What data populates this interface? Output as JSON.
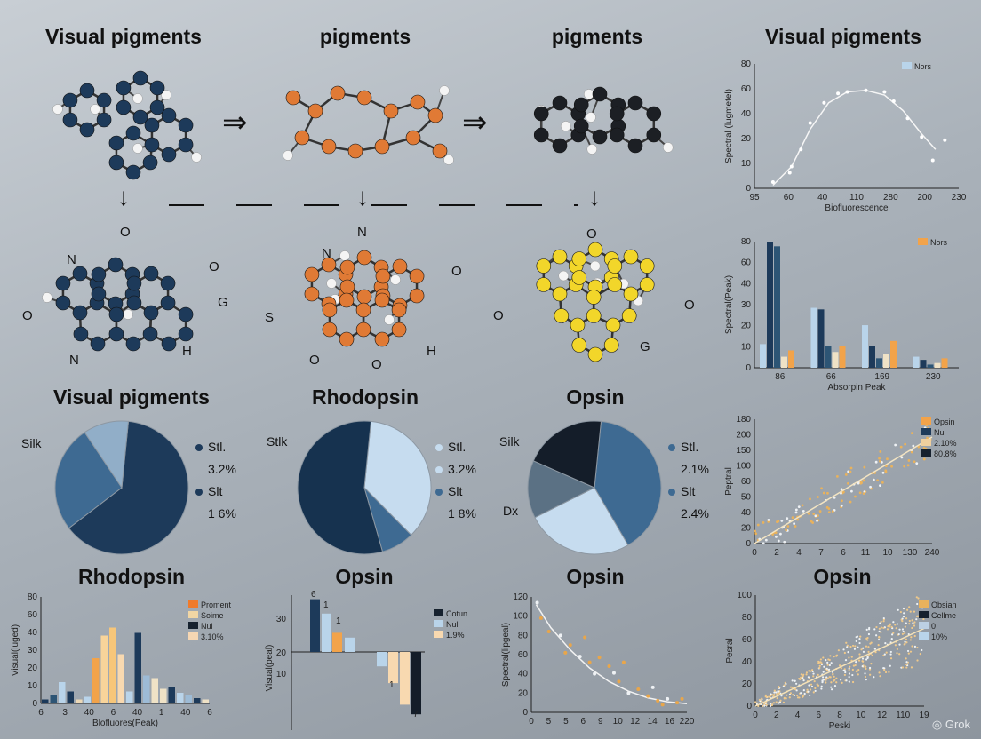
{
  "titles": {
    "t1": "Visual pigments",
    "t2": "pigments",
    "t3": "pigments",
    "t4": "Visual pigments",
    "r3a": "Visual pigments",
    "r3b": "Rhodopsin",
    "r3c": "Opsin",
    "r4a": "Rhodopsin",
    "r4b": "Opsin",
    "r4c": "Opsin",
    "r4d": "Opsin"
  },
  "arrows": {
    "right": "⇒",
    "down": "↓"
  },
  "molecules": {
    "m2_labels": [
      "O",
      "N",
      "O",
      "G",
      "O",
      "N",
      "H"
    ],
    "m3_labels": [
      "N",
      "N",
      "O",
      "S",
      "O",
      "O",
      "H"
    ],
    "m4_labels": [
      "O",
      "O",
      "O",
      "G"
    ]
  },
  "colors": {
    "navy": "#1d3a5a",
    "orange": "#e07a35",
    "yellow": "#f2d62a",
    "dark": "#1c1f24",
    "light": "#c6dcef",
    "mid": "#3e6488"
  },
  "pies": [
    {
      "left_label": "Silk",
      "legend": [
        "Stl.",
        "3.2%",
        "Slt",
        "1 6%"
      ],
      "slices": [
        {
          "value": 63,
          "color": "#1d3a5a"
        },
        {
          "value": 26,
          "color": "#3e6a92"
        },
        {
          "value": 11,
          "color": "#91aec8"
        }
      ]
    },
    {
      "left_label": "Stlk",
      "legend": [
        "Stl.",
        "3.2%",
        "Slt",
        "1 8%"
      ],
      "slices": [
        {
          "value": 36,
          "color": "#c6dcef"
        },
        {
          "value": 8,
          "color": "#3e6a92"
        },
        {
          "value": 56,
          "color": "#16324f"
        }
      ]
    },
    {
      "left_label": "Silk",
      "bottom_label": "Dx",
      "legend": [
        "Stl.",
        "2.1%",
        "Slt",
        "2.4%"
      ],
      "slices": [
        {
          "value": 40,
          "color": "#3e6a92"
        },
        {
          "value": 26,
          "color": "#c6dcef"
        },
        {
          "value": 14,
          "color": "#5b7184"
        },
        {
          "value": 20,
          "color": "#141d29"
        }
      ]
    }
  ],
  "chart_data": [
    {
      "id": "c1",
      "type": "scatter",
      "xlabel": "Biofluorescence",
      "ylabel": "Spectral (lugmetel)",
      "xticks": [
        "95",
        "60",
        "40",
        "110",
        "280",
        "200",
        "230"
      ],
      "yticks": [
        "0",
        "10",
        "20",
        "40",
        "60",
        "80"
      ],
      "legend": [
        "Nors"
      ],
      "points": [
        [
          40,
          4
        ],
        [
          58,
          10
        ],
        [
          60,
          14
        ],
        [
          70,
          25
        ],
        [
          80,
          42
        ],
        [
          95,
          55
        ],
        [
          110,
          61
        ],
        [
          120,
          62
        ],
        [
          140,
          63
        ],
        [
          160,
          62
        ],
        [
          170,
          56
        ],
        [
          185,
          45
        ],
        [
          200,
          33
        ],
        [
          212,
          18
        ],
        [
          225,
          31
        ]
      ],
      "curve": [
        [
          40,
          2
        ],
        [
          60,
          14
        ],
        [
          80,
          38
        ],
        [
          100,
          55
        ],
        [
          120,
          62
        ],
        [
          140,
          63
        ],
        [
          160,
          60
        ],
        [
          180,
          50
        ],
        [
          200,
          35
        ],
        [
          215,
          25
        ]
      ]
    },
    {
      "id": "c2",
      "type": "bar",
      "xlabel": "Absorpin Peak",
      "ylabel": "Spectral(Peak)",
      "categories": [
        "86",
        "66",
        "169",
        "230"
      ],
      "yticks": [
        "0",
        "10",
        "20",
        "30",
        "40",
        "60",
        "80"
      ],
      "legend": [
        "Nors"
      ],
      "series": [
        {
          "values": [
            15,
            38,
            27,
            7
          ],
          "color": "#b9d4ea"
        },
        {
          "values": [
            80,
            37,
            14,
            5
          ],
          "color": "#1d3a5a"
        },
        {
          "values": [
            77,
            14,
            6,
            2
          ],
          "color": "#2d5575"
        },
        {
          "values": [
            7,
            10,
            9,
            3
          ],
          "color": "#efe2c6"
        },
        {
          "values": [
            11,
            14,
            17,
            6
          ],
          "color": "#f2a34a"
        }
      ]
    },
    {
      "id": "c3",
      "type": "scatter",
      "xlabel": "",
      "ylabel": "Peptral",
      "xticks": [
        "0",
        "2",
        "4",
        "7",
        "6",
        "11",
        "10",
        "130",
        "240"
      ],
      "yticks": [
        "0",
        "20",
        "40",
        "50",
        "60",
        "100",
        "150",
        "200",
        "180"
      ],
      "legend": [
        "Opsin",
        "Nul",
        "2.10%",
        "80.8%"
      ],
      "legend_colors": [
        "#f2a34a",
        "#1d3a5a",
        "#efcf9e",
        "#16212e"
      ],
      "trend": [
        [
          0,
          0
        ],
        [
          240,
          120
        ]
      ]
    },
    {
      "id": "c4",
      "type": "bar",
      "xlabel": "Blofluores(Peak)",
      "ylabel": "Visual(luged)",
      "xticks": [
        "6",
        "3",
        "40",
        "6",
        "40",
        "1",
        "40",
        "6"
      ],
      "yticks": [
        "0",
        "10",
        "20",
        "30",
        "40",
        "60",
        "80"
      ],
      "legend": [
        "Proment",
        "Soime",
        "Nul",
        "3.10%"
      ],
      "legend_colors": [
        "#f07a2a",
        "#f1d6a4",
        "#16212e",
        "#f6d7b3"
      ],
      "values": [
        3,
        6,
        16,
        9,
        3,
        5,
        34,
        51,
        57,
        37,
        9,
        53,
        21,
        19,
        11,
        12,
        8,
        6,
        4,
        3
      ],
      "colors": [
        "#1d3a5a",
        "#2d5575",
        "#b9d4ea",
        "#1d3a5a",
        "#ecd8b6",
        "#b9d4ea",
        "#f2a34a",
        "#f8d49a",
        "#f7c679",
        "#f8d9b0",
        "#b9d4ea",
        "#1d3a5a",
        "#9dbbd6",
        "#efe2c6",
        "#efe2c6",
        "#1d3a5a",
        "#b9d4ea",
        "#9dbbd6",
        "#1d3a5a",
        "#efe2c6"
      ]
    },
    {
      "id": "c5",
      "type": "bar",
      "ylabel": "Visual(peal)",
      "yticks": [
        "30",
        "20",
        "10"
      ],
      "legend": [
        "Cotun",
        "Nul",
        "1.9%"
      ],
      "legend_colors": [
        "#16212e",
        "#b9d4ea",
        "#f8d9b0"
      ],
      "bar_labels": [
        "6",
        "1",
        "1",
        "1",
        "7"
      ],
      "values": [
        22,
        16,
        8,
        6,
        -6,
        -13,
        -22,
        -26
      ],
      "colors": [
        "#1d3a5a",
        "#b9d4ea",
        "#f2a34a",
        "#b9d4ea",
        "#b9d4ea",
        "#f8d9b0",
        "#f8d9b0",
        "#141d29"
      ]
    },
    {
      "id": "c6",
      "type": "scatter",
      "xlabel": "",
      "ylabel": "Spectral(lipgeal)",
      "xticks": [
        "0",
        "5",
        "5",
        "6",
        "9",
        "10",
        "12",
        "14",
        "16",
        "220"
      ],
      "yticks": [
        "0",
        "20",
        "40",
        "60",
        "80",
        "100",
        "120"
      ],
      "points": [
        [
          0.6,
          114
        ],
        [
          1.0,
          98
        ],
        [
          1.8,
          84
        ],
        [
          3,
          80
        ],
        [
          3.5,
          62
        ],
        [
          4,
          70
        ],
        [
          5,
          58
        ],
        [
          5.5,
          78
        ],
        [
          6,
          52
        ],
        [
          6.5,
          40
        ],
        [
          7,
          57
        ],
        [
          8,
          48
        ],
        [
          8.5,
          41
        ],
        [
          9,
          32
        ],
        [
          9.5,
          52
        ],
        [
          10,
          20
        ],
        [
          11,
          24
        ],
        [
          12,
          17
        ],
        [
          12.5,
          26
        ],
        [
          13,
          12
        ],
        [
          13.5,
          8
        ],
        [
          14,
          14
        ],
        [
          15,
          10
        ],
        [
          15.5,
          14
        ]
      ],
      "curve": [
        [
          0.5,
          112
        ],
        [
          2,
          88
        ],
        [
          4,
          65
        ],
        [
          6,
          46
        ],
        [
          8,
          32
        ],
        [
          10,
          22
        ],
        [
          12,
          15
        ],
        [
          14,
          11
        ],
        [
          16,
          9
        ]
      ]
    },
    {
      "id": "c7",
      "type": "scatter",
      "xlabel": "Peski",
      "ylabel": "Pesral",
      "xticks": [
        "0",
        "2",
        "4",
        "6",
        "8",
        "10",
        "12",
        "110",
        "19"
      ],
      "yticks": [
        "0",
        "20",
        "40",
        "60",
        "80",
        "100"
      ],
      "legend": [
        "Obsian",
        "Cellme",
        "0",
        "10%"
      ],
      "legend_colors": [
        "#e9b25c",
        "#16212e",
        "#bcd0e3",
        "#b9d4ea"
      ],
      "trend": [
        [
          0,
          0
        ],
        [
          19,
          70
        ]
      ]
    }
  ],
  "watermark": "Grok"
}
